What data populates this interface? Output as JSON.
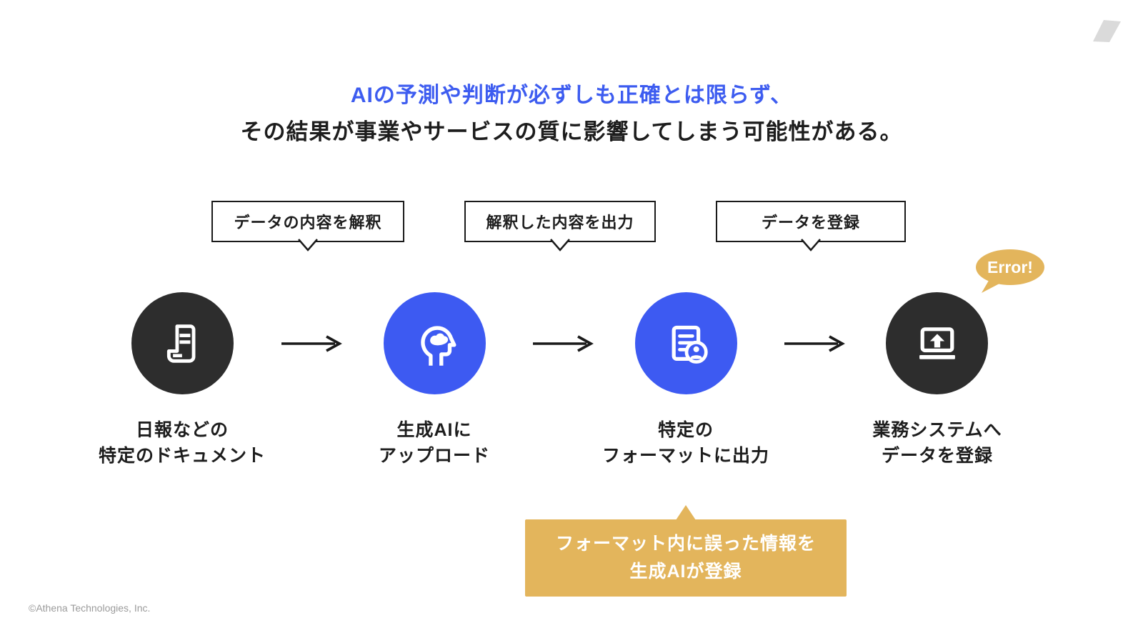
{
  "slide": {
    "title": {
      "line1": "AIの予測や判断が必ずしも正確とは限らず、",
      "line2": "その結果が事業やサービスの質に影響してしまう可能性がある。"
    },
    "callouts": [
      {
        "label": "データの内容を解釈"
      },
      {
        "label": "解釈した内容を出力"
      },
      {
        "label": "データを登録"
      }
    ],
    "steps": [
      {
        "icon": "document-icon",
        "color": "dark",
        "label_line1": "日報などの",
        "label_line2": "特定のドキュメント"
      },
      {
        "icon": "ai-head-icon",
        "color": "blue",
        "label_line1": "生成AIに",
        "label_line2": "アップロード"
      },
      {
        "icon": "document-user-icon",
        "color": "blue",
        "label_line1": "特定の",
        "label_line2": "フォーマットに出力"
      },
      {
        "icon": "laptop-upload-icon",
        "color": "dark",
        "label_line1": "業務システムへ",
        "label_line2": "データを登録"
      }
    ],
    "error_bubble": {
      "label": "Error!"
    },
    "warning_callout": {
      "line1": "フォーマット内に誤った情報を",
      "line2": "生成AIが登録"
    },
    "footer": {
      "copyright": "©Athena Technologies, Inc."
    },
    "colors": {
      "accent_blue": "#3D5AF2",
      "title_blue": "#3D5CF0",
      "dark_circle": "#2D2D2D",
      "gold": "#E3B55C",
      "border_black": "#1A1A1A",
      "text_black": "#1D1D1D",
      "footer_gray": "#9B9B9B",
      "logo_gray": "#DADADA"
    }
  }
}
